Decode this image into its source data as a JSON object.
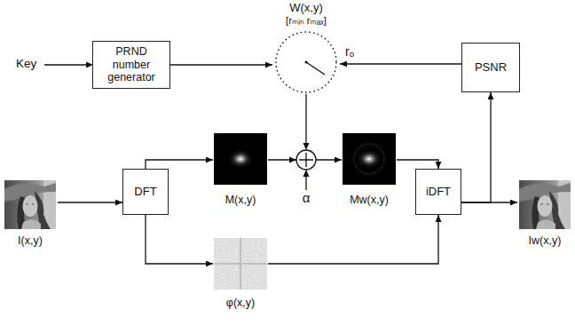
{
  "diagram": {
    "nodes": [
      {
        "text": [
          "PRND number generator"
        ]
      },
      {
        "text": [
          "W(x,y)",
          "[rₘᵢₙ rₘₐₓ]"
        ]
      },
      {
        "text": [
          "PSNR"
        ]
      },
      {
        "text": [
          "M(x,y)"
        ]
      },
      {
        "text": [
          "Mw(x,y)"
        ]
      },
      {
        "text": [
          "I(x,y)"
        ]
      },
      {
        "text": [
          "DFT"
        ]
      },
      {
        "text": [
          "iDFT"
        ]
      },
      {
        "text": [
          "Iw(x,y)"
        ]
      },
      {
        "text": [
          "φ(x,y)"
        ]
      }
    ],
    "edges": [
      {
        "from": 0,
        "to": 1,
        "arrow": "to"
      },
      {
        "from": 2,
        "to": 1,
        "label": "rₒ",
        "arrow": "to"
      },
      {
        "from": 5,
        "to": 6,
        "arrow": "to"
      },
      {
        "from": 6,
        "to": 3,
        "arrow": "to"
      },
      {
        "from": 6,
        "to": 9,
        "arrow": "to"
      },
      {
        "from": 3,
        "to": 4,
        "arrow": "to"
      },
      {
        "from": 4,
        "to": 7,
        "arrow": "to"
      },
      {
        "from": 9,
        "to": 7,
        "arrow": "to"
      },
      {
        "from": 7,
        "to": 8,
        "arrow": "to"
      },
      {
        "from": 7,
        "to": 2,
        "arrow": "to"
      }
    ],
    "labels": [
      "Key",
      "α"
    ]
  }
}
